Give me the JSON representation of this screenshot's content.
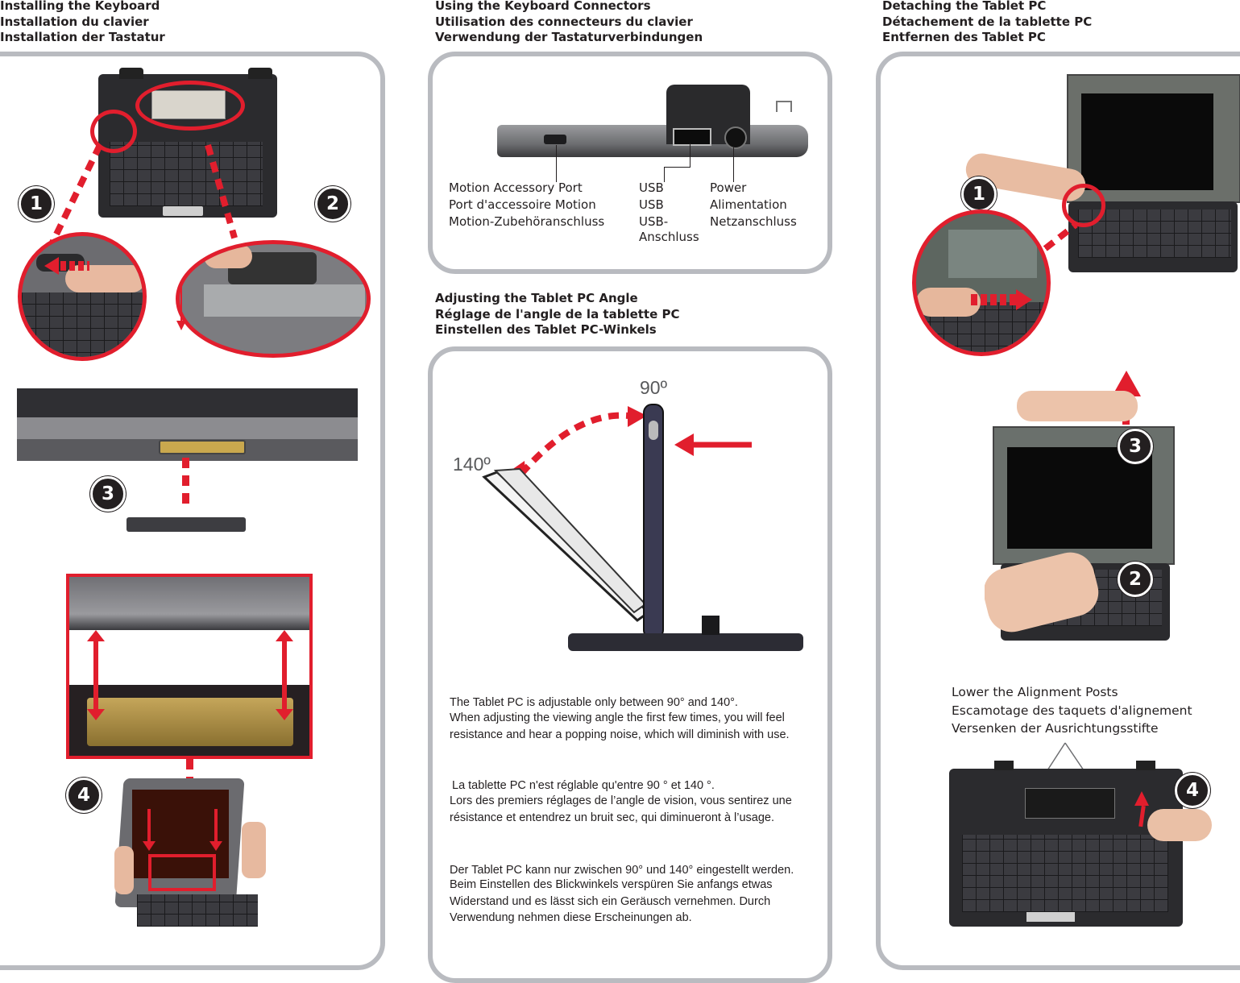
{
  "col1": {
    "heading": [
      "Installing the Keyboard",
      "Installation du clavier",
      "Installation der Tastatur"
    ],
    "steps": [
      "1",
      "2",
      "3",
      "4"
    ]
  },
  "col2": {
    "heading": [
      "Using the Keyboard Connectors",
      "Utilisation des connecteurs du clavier",
      "Verwendung der Tastaturverbindungen"
    ],
    "ports": {
      "motion": [
        "Motion Accessory Port",
        "Port d'accessoire Motion",
        "Motion-Zubehöranschluss"
      ],
      "usb": [
        "USB",
        "USB",
        "USB-",
        "Anschluss"
      ],
      "power": [
        "Power",
        "Alimentation",
        "Netzanschluss"
      ]
    },
    "angle_heading": [
      "Adjusting the Tablet PC Angle",
      "Réglage de l'angle de la tablette PC",
      "Einstellen des Tablet PC-Winkels"
    ],
    "angles": {
      "a90": "90º",
      "a140": "140º"
    },
    "text_en": [
      "The Tablet PC is adjustable only between 90° and 140°.",
      "When adjusting the viewing angle the first few times, you will feel resistance and hear a popping noise, which will diminish with use."
    ],
    "text_fr": [
      "La tablette PC n'est réglable qu'entre 90 ° et 140 °.",
      "Lors des premiers réglages de l’angle de vision, vous sentirez une résistance et entendrez un bruit sec, qui diminueront à l’usage."
    ],
    "text_de": [
      "Der Tablet PC kann nur zwischen 90° und 140° eingestellt werden.",
      "Beim Einstellen des Blickwinkels verspüren Sie anfangs etwas Widerstand und es lässt sich ein Geräusch vernehmen. Durch Verwendung nehmen diese Erscheinungen ab."
    ]
  },
  "col3": {
    "heading": [
      "Detaching the Tablet PC",
      "Détachement de la tablette PC",
      "Entfernen des Tablet PC"
    ],
    "steps": [
      "1",
      "2",
      "3",
      "4"
    ],
    "posts_label": [
      "Lower the Alignment Posts",
      "Escamotage des taquets d'alignement",
      "Versenken der Ausrichtungsstifte"
    ]
  },
  "colors": {
    "accent_red": "#e11e2d",
    "panel_border": "#b9bbc0",
    "text": "#231f20",
    "badge": "#231f20"
  }
}
